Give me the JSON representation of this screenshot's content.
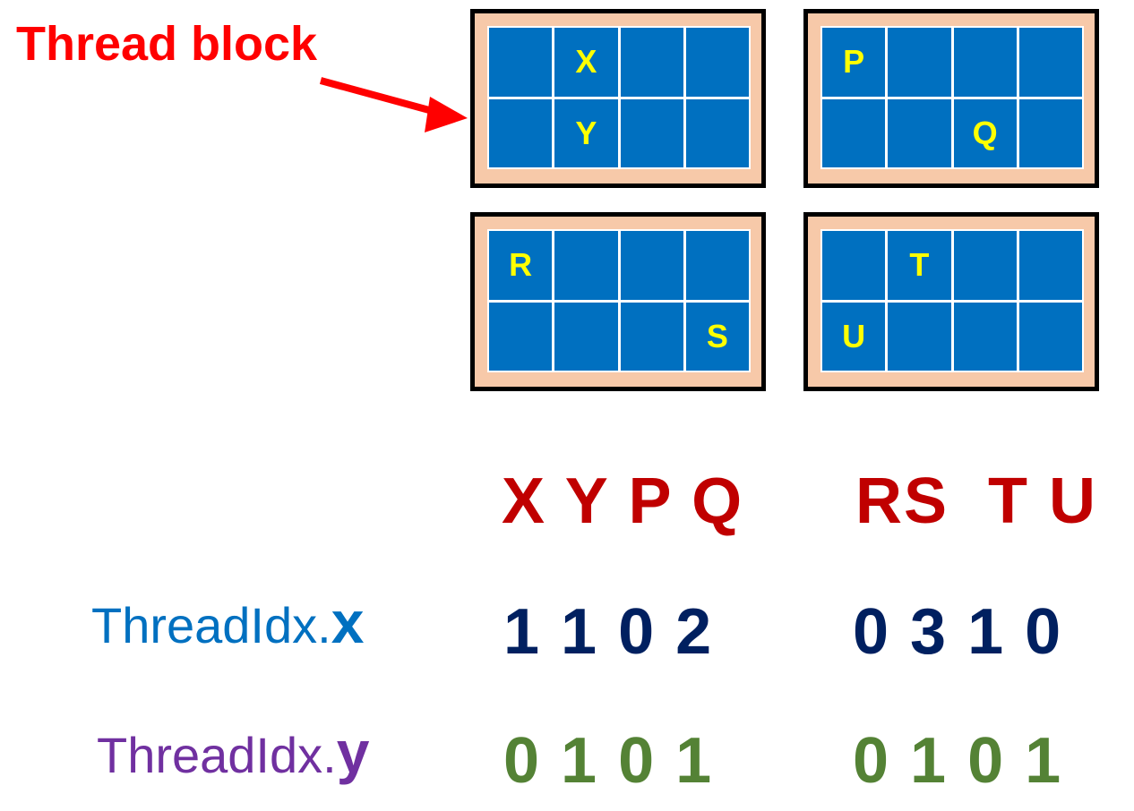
{
  "callout": {
    "text": "Thread block"
  },
  "blocks": [
    {
      "cells": [
        "",
        "X",
        "",
        "",
        "",
        "Y",
        "",
        ""
      ]
    },
    {
      "cells": [
        "P",
        "",
        "",
        "",
        "",
        "",
        "Q",
        ""
      ]
    },
    {
      "cells": [
        "R",
        "",
        "",
        "",
        "",
        "",
        "",
        "S"
      ]
    },
    {
      "cells": [
        "",
        "T",
        "",
        "",
        "U",
        "",
        "",
        ""
      ]
    }
  ],
  "order": {
    "left": "X Y P Q",
    "right": "RS  T U"
  },
  "threadidx_x": {
    "prefix": "ThreadIdx.",
    "axis": "x",
    "left": "1 1 0 2",
    "right": "0 3 1 0"
  },
  "threadidx_y": {
    "prefix": "ThreadIdx.",
    "axis": "y",
    "left": "0 1 0 1",
    "right": "0 1 0 1"
  },
  "colors": {
    "callout": "#ff0000",
    "block_bg": "#f7c9a9",
    "cell": "#0070c0",
    "cell_text": "#ffff00",
    "order": "#c00000",
    "x_values": "#002060",
    "y_values": "#548235",
    "x_label": "#0070c0",
    "y_label": "#7030a0"
  }
}
